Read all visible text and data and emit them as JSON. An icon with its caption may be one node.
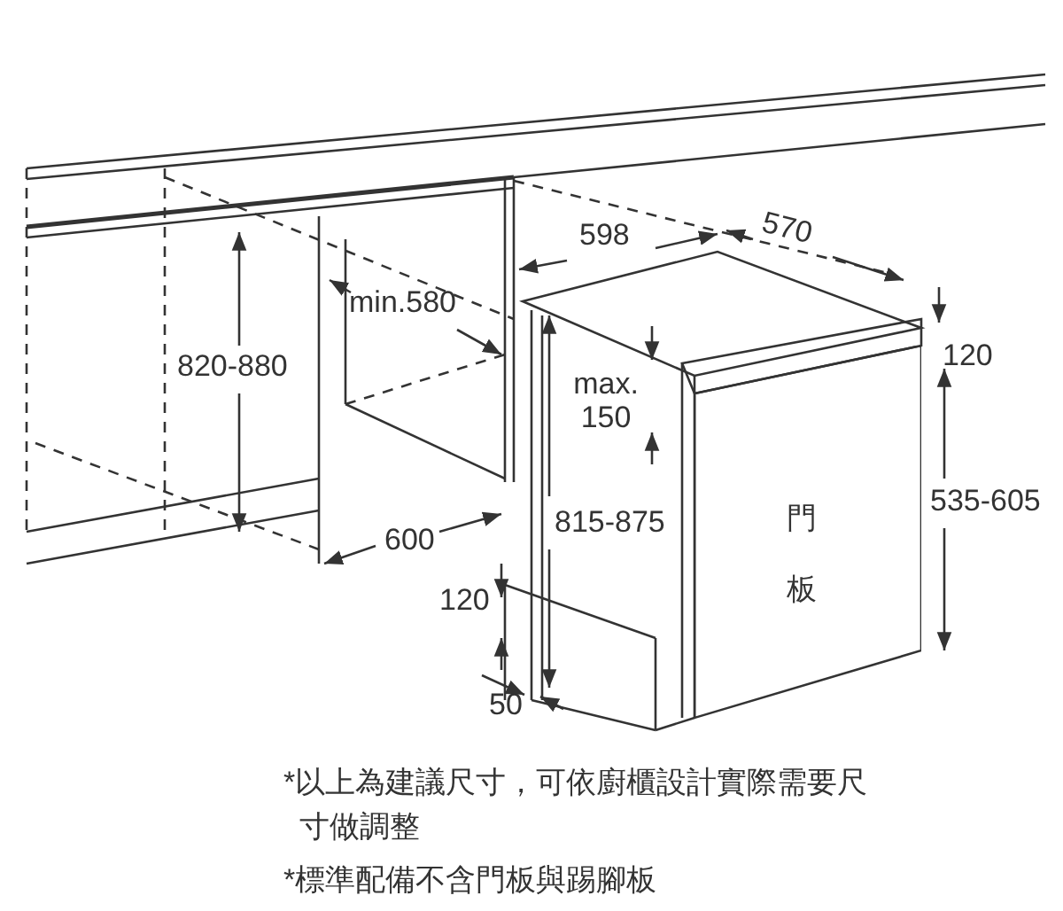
{
  "diagram": {
    "nodes": [
      {
        "text": [
          "門板"
        ]
      }
    ],
    "edges": [],
    "labels": [
      "598",
      "570",
      "min.580",
      "820-880",
      "120",
      "max. 150",
      "535-605",
      "815-875",
      "600",
      "120",
      "50",
      "*以上為建議尺寸，可依廚櫃設計實際需要尺寸做調整",
      "*標準配備不含門板與踢腳板"
    ]
  }
}
